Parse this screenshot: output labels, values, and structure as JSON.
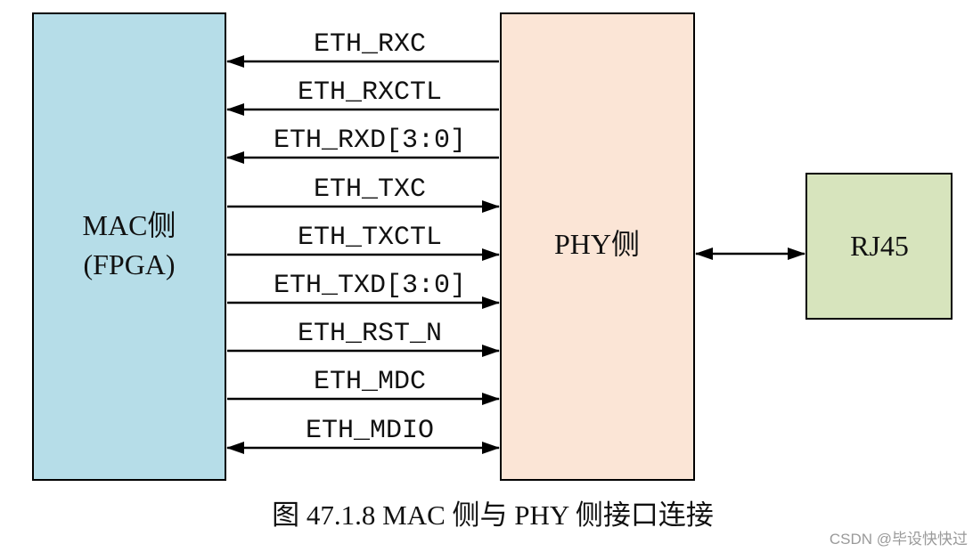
{
  "mac_block": {
    "line1": "MAC侧",
    "line2": "(FPGA)",
    "fill": "#b6dde8"
  },
  "phy_block": {
    "label": "PHY侧",
    "fill": "#fbe5d6"
  },
  "rj45_block": {
    "label": "RJ45",
    "fill": "#d7e4bd"
  },
  "signals": [
    {
      "label": "ETH_RXC",
      "direction": "to-mac"
    },
    {
      "label": "ETH_RXCTL",
      "direction": "to-mac"
    },
    {
      "label": "ETH_RXD[3:0]",
      "direction": "to-mac"
    },
    {
      "label": "ETH_TXC",
      "direction": "to-phy"
    },
    {
      "label": "ETH_TXCTL",
      "direction": "to-phy"
    },
    {
      "label": "ETH_TXD[3:0]",
      "direction": "to-phy"
    },
    {
      "label": "ETH_RST_N",
      "direction": "to-phy"
    },
    {
      "label": "ETH_MDC",
      "direction": "to-phy"
    },
    {
      "label": "ETH_MDIO",
      "direction": "bidirectional"
    }
  ],
  "phy_rj45_link": {
    "direction": "bidirectional"
  },
  "caption": "图 47.1.8 MAC 侧与 PHY 侧接口连接",
  "watermark": "CSDN @毕设快快过"
}
